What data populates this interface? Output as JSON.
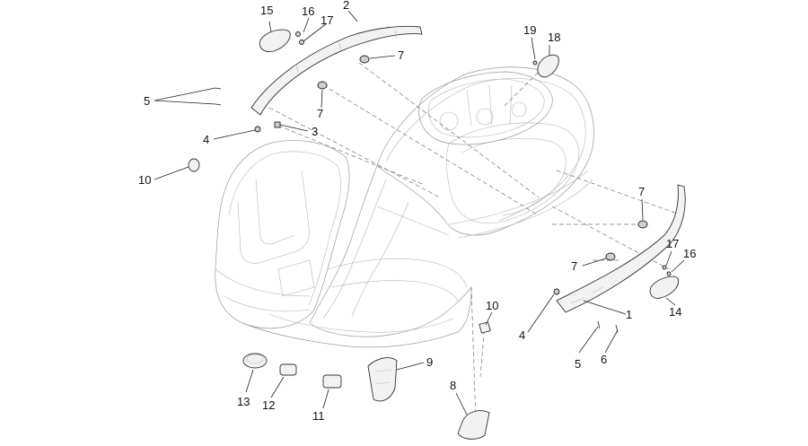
{
  "callouts": [
    {
      "id": "c15",
      "text": "15"
    },
    {
      "id": "c16a",
      "text": "16"
    },
    {
      "id": "c17a",
      "text": "17"
    },
    {
      "id": "c2",
      "text": "2"
    },
    {
      "id": "c7a",
      "text": "7"
    },
    {
      "id": "c5a",
      "text": "5"
    },
    {
      "id": "c7b",
      "text": "7"
    },
    {
      "id": "c4a",
      "text": "4"
    },
    {
      "id": "c3",
      "text": "3"
    },
    {
      "id": "c10a",
      "text": "10"
    },
    {
      "id": "c19",
      "text": "19"
    },
    {
      "id": "c18",
      "text": "18"
    },
    {
      "id": "c7c",
      "text": "7"
    },
    {
      "id": "c7d",
      "text": "7"
    },
    {
      "id": "c17b",
      "text": "17"
    },
    {
      "id": "c16b",
      "text": "16"
    },
    {
      "id": "c14",
      "text": "14"
    },
    {
      "id": "c1",
      "text": "1"
    },
    {
      "id": "c4b",
      "text": "4"
    },
    {
      "id": "c5b",
      "text": "5"
    },
    {
      "id": "c6",
      "text": "6"
    },
    {
      "id": "c10b",
      "text": "10"
    },
    {
      "id": "c9",
      "text": "9"
    },
    {
      "id": "c8",
      "text": "8"
    },
    {
      "id": "c13",
      "text": "13"
    },
    {
      "id": "c12",
      "text": "12"
    },
    {
      "id": "c11",
      "text": "11"
    }
  ]
}
